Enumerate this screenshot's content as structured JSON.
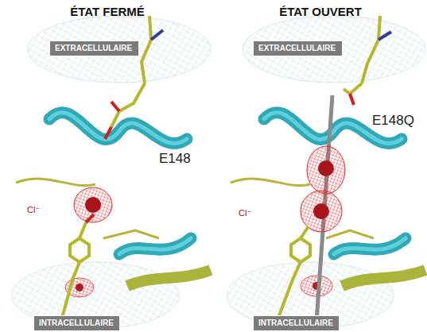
{
  "diagram": {
    "nodes": [
      {
        "text": [
          "ÉTAT FERMÉ"
        ]
      },
      {
        "text": [
          "EXTRACELLULAIRE"
        ],
        "in": 0
      },
      {
        "text": [
          "INTRACELLULAIRE"
        ],
        "in": 0
      },
      {
        "text": [
          "ÉTAT OUVERT"
        ]
      },
      {
        "text": [
          "EXTRACELLULAIRE"
        ],
        "in": 3
      },
      {
        "text": [
          "INTRACELLULAIRE"
        ],
        "in": 3
      }
    ],
    "labels": [
      "E148",
      "Cl⁻",
      "E148Q",
      "Cl⁻"
    ]
  }
}
